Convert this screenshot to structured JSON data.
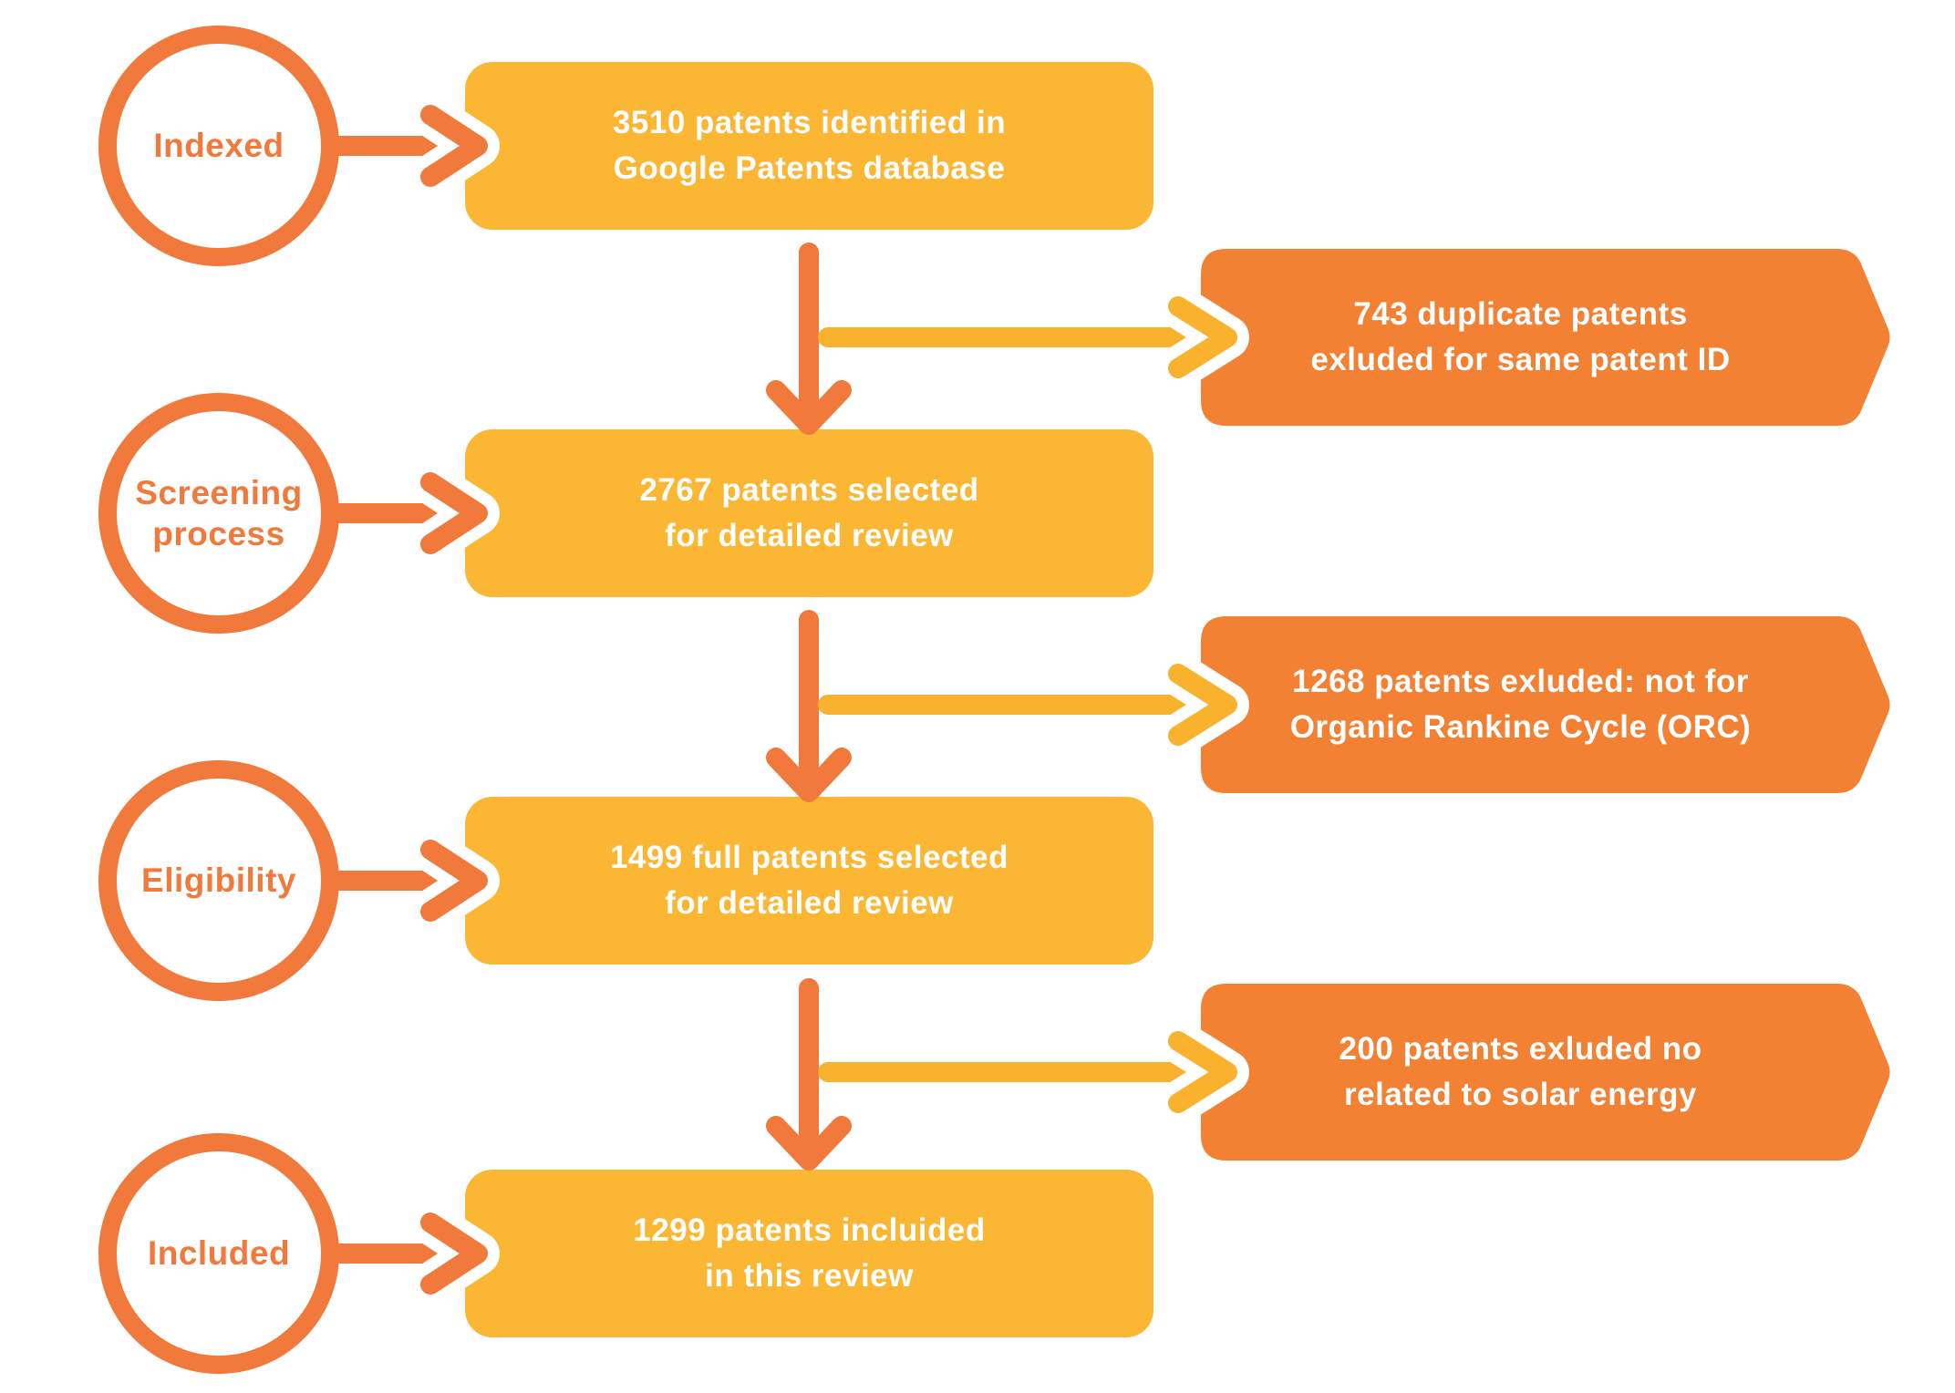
{
  "colors": {
    "process_box": "#FBB634",
    "exclusion_box": "#F28133",
    "outline_orange": "#F0793B",
    "arrow_yellow": "#F8B22D",
    "box_text": "#FFFFFF",
    "background": "#FFFFFF"
  },
  "diagram": {
    "stages": [
      {
        "circle_label": "Indexed",
        "box_line1": "3510 patents identified in",
        "box_line2": "Google Patents database",
        "exclusion_line1": "743 duplicate patents",
        "exclusion_line2": "exluded for same patent ID"
      },
      {
        "circle_label": "Screening process",
        "box_line1": "2767 patents selected",
        "box_line2": "for detailed review",
        "exclusion_line1": "1268 patents exluded: not for",
        "exclusion_line2": "Organic Rankine Cycle (ORC)"
      },
      {
        "circle_label": "Eligibility",
        "box_line1": "1499 full patents selected",
        "box_line2": "for detailed review",
        "exclusion_line1": "200 patents exluded no",
        "exclusion_line2": "related to solar energy"
      },
      {
        "circle_label": "Included",
        "box_line1": "1299 patents incluided",
        "box_line2": "in this review"
      }
    ]
  }
}
